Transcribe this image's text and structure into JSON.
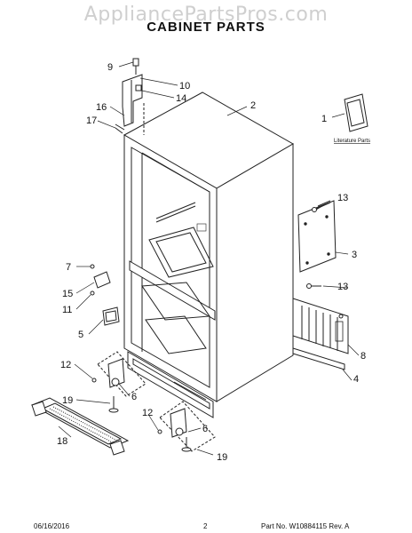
{
  "watermark": "AppliancePartsPros.com",
  "title": "CABINET PARTS",
  "callouts": {
    "c1": "1",
    "c2": "2",
    "c3": "3",
    "c4": "4",
    "c5": "5",
    "c6a": "6",
    "c6b": "6",
    "c7": "7",
    "c8": "8",
    "c9": "9",
    "c10": "10",
    "c11": "11",
    "c12a": "12",
    "c12b": "12",
    "c13a": "13",
    "c13b": "13",
    "c14": "14",
    "c15": "15",
    "c16": "16",
    "c17": "17",
    "c18": "18",
    "c19a": "19",
    "c19b": "19"
  },
  "literature_label": "Literature Parts",
  "footer": {
    "date": "06/16/2016",
    "page": "2",
    "part_no": "Part No.  W10884115  Rev. A"
  }
}
